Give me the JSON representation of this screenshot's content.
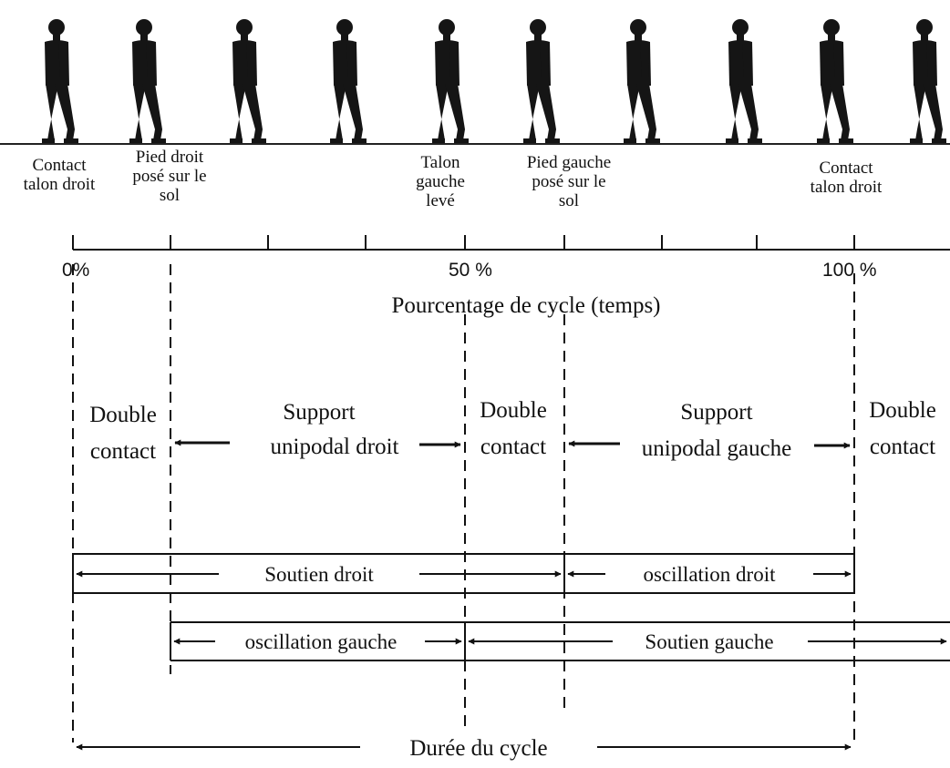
{
  "events": [
    {
      "lines": [
        "Contact",
        "talon droit"
      ]
    },
    {
      "lines": [
        "Pied droit",
        "posé sur le",
        "sol"
      ]
    },
    {
      "lines": [
        "Talon",
        "gauche",
        "levé"
      ]
    },
    {
      "lines": [
        "Pied gauche",
        "posé sur le",
        "sol"
      ]
    },
    {
      "lines": [
        "Contact",
        "talon droit"
      ]
    }
  ],
  "axis": {
    "ticks": [
      "0%",
      "50 %",
      "100 %"
    ],
    "title": "Pourcentage de cycle (temps)"
  },
  "phases": [
    {
      "lines": [
        "Double",
        "contact"
      ]
    },
    {
      "lines": [
        "Support",
        "unipodal droit"
      ]
    },
    {
      "lines": [
        "Double",
        "contact"
      ]
    },
    {
      "lines": [
        "Support",
        "unipodal gauche"
      ]
    },
    {
      "lines": [
        "Double",
        "contact"
      ]
    }
  ],
  "bars": {
    "soutien_droit": "Soutien droit",
    "oscillation_droit": "oscillation droit",
    "oscillation_gauche": "oscillation gauche",
    "soutien_gauche": "Soutien gauche"
  },
  "cycle_label": "Durée du cycle",
  "colors": {
    "ink": "#111111",
    "silhouette": "#151515",
    "background": "#ffffff"
  }
}
